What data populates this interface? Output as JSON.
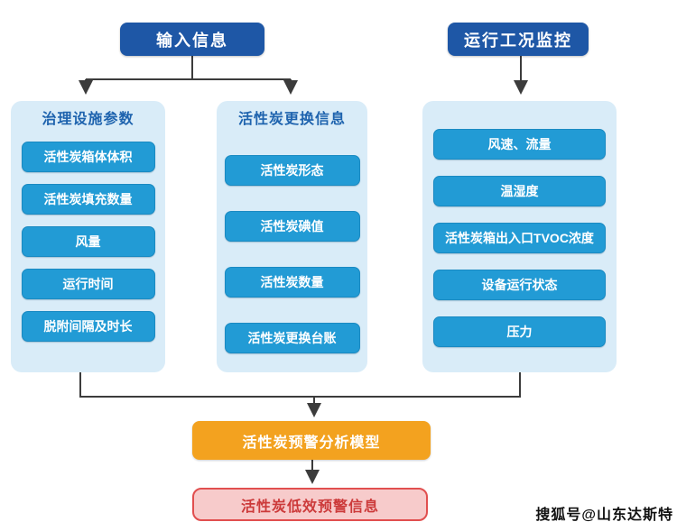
{
  "flowchart": {
    "headers": [
      {
        "id": "input-info",
        "label": "输入信息"
      },
      {
        "id": "operating-condition-monitor",
        "label": "运行工况监控"
      }
    ],
    "panels": [
      {
        "title": "治理设施参数",
        "items": [
          "活性炭箱体体积",
          "活性炭填充数量",
          "风量",
          "运行时间",
          "脱附间隔及时长"
        ]
      },
      {
        "title": "活性炭更换信息",
        "items": [
          "活性炭形态",
          "活性炭碘值",
          "活性炭数量",
          "活性炭更换台账"
        ]
      },
      {
        "title": "",
        "items": [
          "风速、流量",
          "温湿度",
          "活性炭箱出入口TVOC浓度",
          "设备运行状态",
          "压力"
        ]
      }
    ],
    "model_box_label": "活性炭预警分析模型",
    "warning_box_label": "活性炭低效预警信息"
  },
  "watermark": "搜狐号@山东达斯特",
  "colors": {
    "header_blue": "#1e57a6",
    "panel_light_blue": "#d9ecf8",
    "item_blue": "#229bd5",
    "title_text_blue": "#1e63ae",
    "model_orange": "#f3a21f",
    "warning_pink_bg": "#f7cbcb",
    "warning_red_border": "#e14f4f",
    "warning_red_text": "#cc3a3a",
    "connector_dark": "#3c3c3c"
  }
}
